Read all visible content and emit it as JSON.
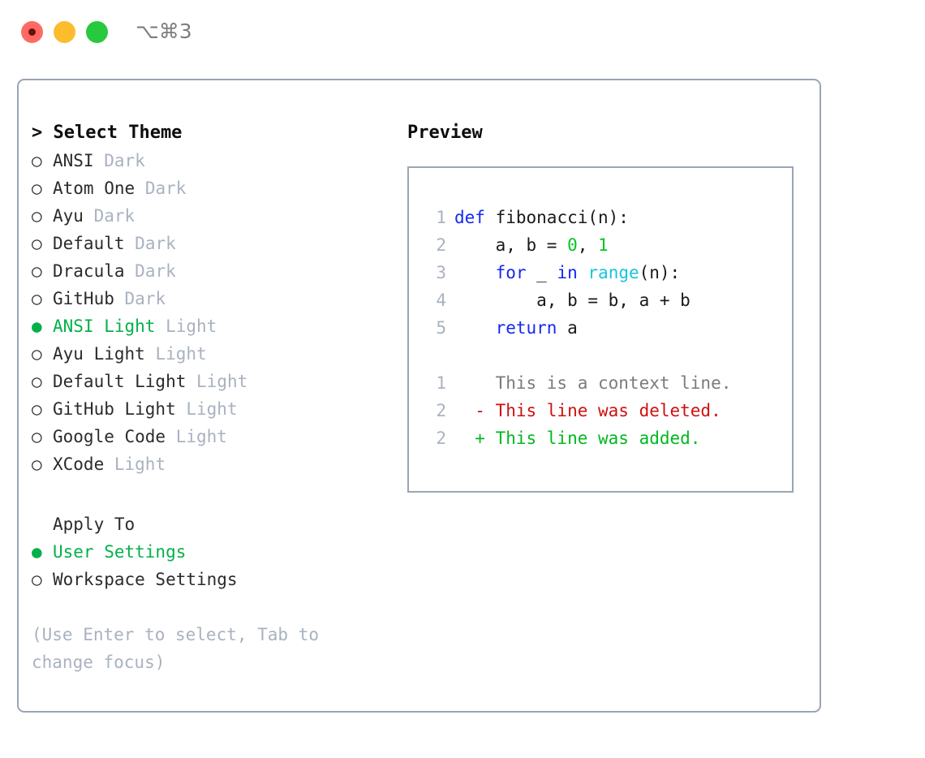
{
  "titlebar": {
    "shortcut": "⌥⌘3",
    "buttons": [
      {
        "name": "close",
        "color": "#ff6b63"
      },
      {
        "name": "minimize",
        "color": "#fdbc2c"
      },
      {
        "name": "maximize",
        "color": "#27c93f"
      }
    ]
  },
  "theme_picker": {
    "heading": "> Select Theme",
    "bullet_empty": "○",
    "bullet_full": "●",
    "items": [
      {
        "name": "ANSI",
        "badge": "Dark",
        "selected": false
      },
      {
        "name": "Atom One",
        "badge": "Dark",
        "selected": false
      },
      {
        "name": "Ayu",
        "badge": "Dark",
        "selected": false
      },
      {
        "name": "Default",
        "badge": "Dark",
        "selected": false
      },
      {
        "name": "Dracula",
        "badge": "Dark",
        "selected": false
      },
      {
        "name": "GitHub",
        "badge": "Dark",
        "selected": false
      },
      {
        "name": "ANSI Light",
        "badge": "Light",
        "selected": true
      },
      {
        "name": "Ayu Light",
        "badge": "Light",
        "selected": false
      },
      {
        "name": "Default Light",
        "badge": "Light",
        "selected": false
      },
      {
        "name": "GitHub Light",
        "badge": "Light",
        "selected": false
      },
      {
        "name": "Google Code",
        "badge": "Light",
        "selected": false
      },
      {
        "name": "XCode",
        "badge": "Light",
        "selected": false
      }
    ]
  },
  "apply_to": {
    "heading": "Apply To",
    "options": [
      {
        "label": "User Settings",
        "selected": true
      },
      {
        "label": "Workspace Settings",
        "selected": false
      }
    ]
  },
  "hint": "(Use Enter to select, Tab to change focus)",
  "preview": {
    "title": "Preview",
    "code_lines": [
      {
        "no": "1",
        "tokens": [
          {
            "t": "def",
            "c": "kw"
          },
          {
            "t": " fibonacci(n):",
            "c": "plain"
          }
        ]
      },
      {
        "no": "2",
        "tokens": [
          {
            "t": "    a, b = ",
            "c": "plain"
          },
          {
            "t": "0",
            "c": "num"
          },
          {
            "t": ", ",
            "c": "plain"
          },
          {
            "t": "1",
            "c": "num"
          }
        ]
      },
      {
        "no": "3",
        "tokens": [
          {
            "t": "    ",
            "c": "plain"
          },
          {
            "t": "for",
            "c": "kw"
          },
          {
            "t": " _ ",
            "c": "plain"
          },
          {
            "t": "in",
            "c": "kw"
          },
          {
            "t": " ",
            "c": "plain"
          },
          {
            "t": "range",
            "c": "builtin"
          },
          {
            "t": "(n):",
            "c": "plain"
          }
        ]
      },
      {
        "no": "4",
        "tokens": [
          {
            "t": "        a, b = b, a + b",
            "c": "plain"
          }
        ]
      },
      {
        "no": "5",
        "tokens": [
          {
            "t": "    ",
            "c": "plain"
          },
          {
            "t": "return",
            "c": "kw"
          },
          {
            "t": " a",
            "c": "plain"
          }
        ]
      }
    ],
    "diff_lines": [
      {
        "no": "1",
        "marker": " ",
        "text": "This is a context line.",
        "kind": "diff-ctx"
      },
      {
        "no": "2",
        "marker": "-",
        "text": "This line was deleted.",
        "kind": "diff-del"
      },
      {
        "no": "2",
        "marker": "+",
        "text": "This line was added.",
        "kind": "diff-add"
      }
    ]
  },
  "colors": {
    "accent_green": "#04b04a",
    "muted": "#a9b2c0",
    "border": "#9aa5b5",
    "keyword_blue": "#1428f0",
    "builtin_cyan": "#16c5d9",
    "number_green": "#00c520",
    "diff_add": "#00b81f",
    "diff_del": "#cc1111"
  }
}
